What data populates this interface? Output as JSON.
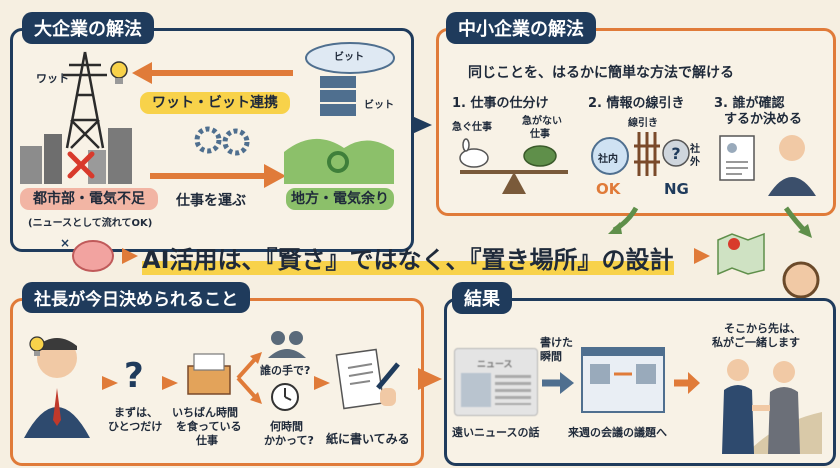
{
  "big": {
    "title": "大企業の解法",
    "watt": "ワット",
    "bit_top": "ビット",
    "bit_side": "ビット",
    "link": "ワット・ビット連携",
    "city": "都市部・電気不足",
    "city_note": "(ニュースとして流れてOK)",
    "carry": "仕事を運ぶ",
    "rural": "地方・電気余り"
  },
  "sme": {
    "title": "中小企業の解法",
    "subtitle": "同じことを、はるかに簡単な方法で解ける",
    "s1_title": "1. 仕事の仕分け",
    "s1_urgent": "急ぐ仕事",
    "s1_later_1": "急がない",
    "s1_later_2": "仕事",
    "s2_title": "2. 情報の線引き",
    "s2_line": "線引き",
    "s2_inside": "社内",
    "s2_outside_1": "社",
    "s2_outside_2": "外",
    "s2_ok": "OK",
    "s2_ng": "NG",
    "s3_title_1": "3. 誰が確認",
    "s3_title_2": "するか決める"
  },
  "banner": {
    "main": "AI活用は、『賢さ』ではなく、『置き場所』の設計"
  },
  "ceo": {
    "title": "社長が今日決められること",
    "step1_1": "まずは、",
    "step1_2": "ひとつだけ",
    "step2_1": "いちばん時間",
    "step2_2": "を食っている",
    "step2_3": "仕事",
    "q_who": "誰の手で?",
    "q_time_1": "何時間",
    "q_time_2": "かかって?",
    "write": "紙に書いてみる"
  },
  "result": {
    "title": "結果",
    "wrote_1": "書けた",
    "wrote_2": "瞬間",
    "news_blur": "ニュース",
    "far_news": "遠いニュースの話",
    "meeting": "来週の会議の議題へ",
    "after_1": "そこから先は、",
    "after_2": "私がご一緒します"
  },
  "colors": {
    "navy": "#1f3b5c",
    "orange": "#e07b39",
    "green": "#8cc06a",
    "pink": "#f2b5a4",
    "yellow": "#f8d24a"
  }
}
